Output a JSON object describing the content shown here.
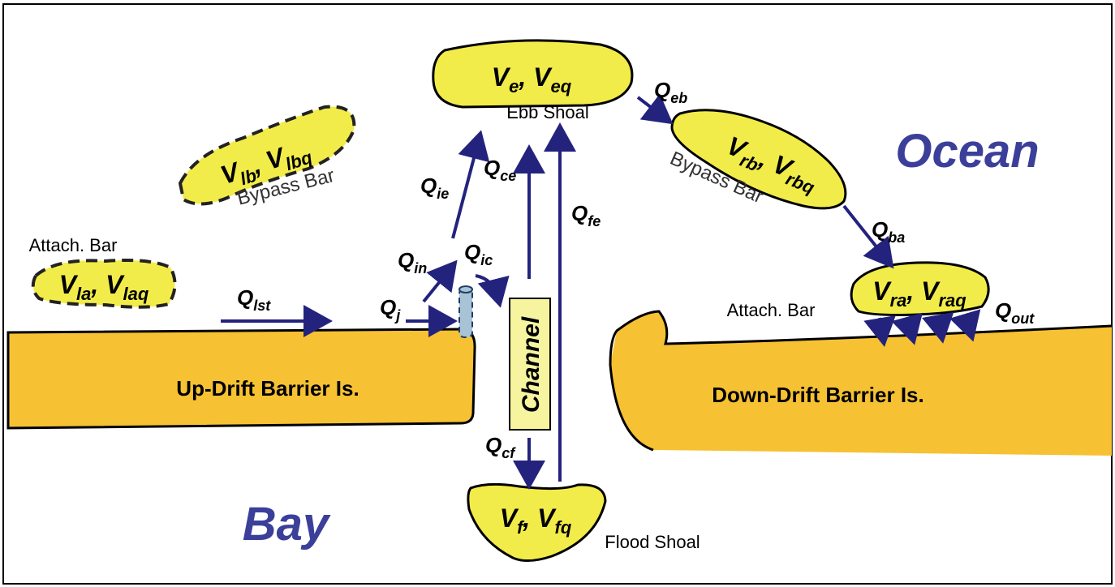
{
  "colors": {
    "shoal": "#f2ec4a",
    "island": "#f6c132",
    "channel": "#f7f4a0",
    "arrow": "#23237e",
    "region_text": "#3b3f9a"
  },
  "regions": {
    "ocean": "Ocean",
    "bay": "Bay"
  },
  "islands": {
    "updrift": "Up-Drift Barrier Is.",
    "downdrift": "Down-Drift Barrier Is."
  },
  "channel": "Channel",
  "features": {
    "ebb_shoal": "Ebb Shoal",
    "flood_shoal": "Flood Shoal",
    "left_bypass_bar": "Bypass Bar",
    "right_bypass_bar": "Bypass Bar",
    "left_attach_bar": "Attach. Bar",
    "right_attach_bar": "Attach. Bar"
  },
  "volumes": {
    "ebb": {
      "a": "V",
      "a_sub": "e",
      "b": "V",
      "b_sub": "eq"
    },
    "flood": {
      "a": "V",
      "a_sub": "f",
      "b": "V",
      "b_sub": "fq"
    },
    "left_bypass": {
      "a": "V",
      "a_sub": "lb",
      "b": "V",
      "b_sub": "lbq"
    },
    "right_bypass": {
      "a": "V",
      "a_sub": "rb",
      "b": "V",
      "b_sub": "rbq"
    },
    "left_attach": {
      "a": "V",
      "a_sub": "la",
      "b": "V",
      "b_sub": "laq"
    },
    "right_attach": {
      "a": "V",
      "a_sub": "ra",
      "b": "V",
      "b_sub": "raq"
    }
  },
  "fluxes": {
    "lst": {
      "base": "Q",
      "sub": "lst"
    },
    "j": {
      "base": "Q",
      "sub": "j"
    },
    "in": {
      "base": "Q",
      "sub": "in"
    },
    "ic": {
      "base": "Q",
      "sub": "ic"
    },
    "ie": {
      "base": "Q",
      "sub": "ie"
    },
    "ce": {
      "base": "Q",
      "sub": "ce"
    },
    "fe": {
      "base": "Q",
      "sub": "fe"
    },
    "cf": {
      "base": "Q",
      "sub": "cf"
    },
    "eb": {
      "base": "Q",
      "sub": "eb"
    },
    "ba": {
      "base": "Q",
      "sub": "ba"
    },
    "out": {
      "base": "Q",
      "sub": "out"
    }
  }
}
